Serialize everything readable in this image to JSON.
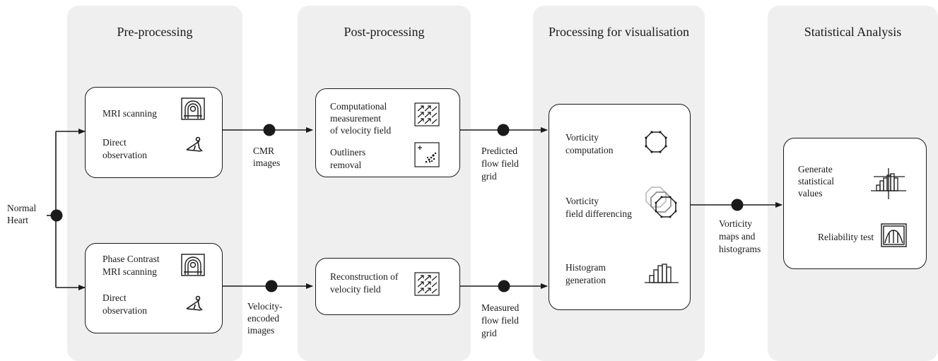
{
  "stages": {
    "pre": "Pre-processing",
    "post": "Post-processing",
    "vis": "Processing for visualisation",
    "stat": "Statistical Analysis"
  },
  "input": {
    "line1": "Normal",
    "line2": "Heart"
  },
  "pre_top": {
    "mri": "MRI scanning",
    "direct1": "Direct",
    "direct2": "observation"
  },
  "pre_bottom": {
    "pc1": "Phase Contrast",
    "pc2": "MRI scanning",
    "direct1": "Direct",
    "direct2": "observation"
  },
  "edge_cmr": {
    "line1": "CMR",
    "line2": "images"
  },
  "edge_vel": {
    "line1": "Velocity-",
    "line2": "encoded",
    "line3": "images"
  },
  "post_top": {
    "comp1": "Computational",
    "comp2": "measurement",
    "comp3": "of velocity field",
    "out1": "Outliners",
    "out2": "removal"
  },
  "post_bottom": {
    "rec1": "Reconstruction of",
    "rec2": "velocity field"
  },
  "edge_pred": {
    "line1": "Predicted",
    "line2": "flow field",
    "line3": "grid"
  },
  "edge_meas": {
    "line1": "Measured",
    "line2": "flow field",
    "line3": "grid"
  },
  "vis_box": {
    "vc1": "Vorticity",
    "vc2": "computation",
    "vd1": "Vorticity",
    "vd2": "field differencing",
    "hg1": "Histogram",
    "hg2": "generation"
  },
  "edge_maps": {
    "line1": "Vorticity",
    "line2": "maps and",
    "line3": "histograms"
  },
  "stat_box": {
    "gen1": "Generate",
    "gen2": "statistical",
    "gen3": "values",
    "rel": "Reliability test"
  },
  "icons": {
    "mri": "mri-scanner-icon",
    "eye": "observation-eye-icon",
    "field": "velocity-field-icon",
    "scatter": "outlier-scatter-icon",
    "octagon": "vorticity-octagon-icon",
    "octagons": "vorticity-difference-icon",
    "histogram": "histogram-icon",
    "stats": "statistics-chart-icon",
    "reliability": "reliability-test-icon"
  },
  "colors": {
    "stage_bg": "#efefef",
    "line": "#1a1a1a",
    "box_bg": "#ffffff"
  }
}
